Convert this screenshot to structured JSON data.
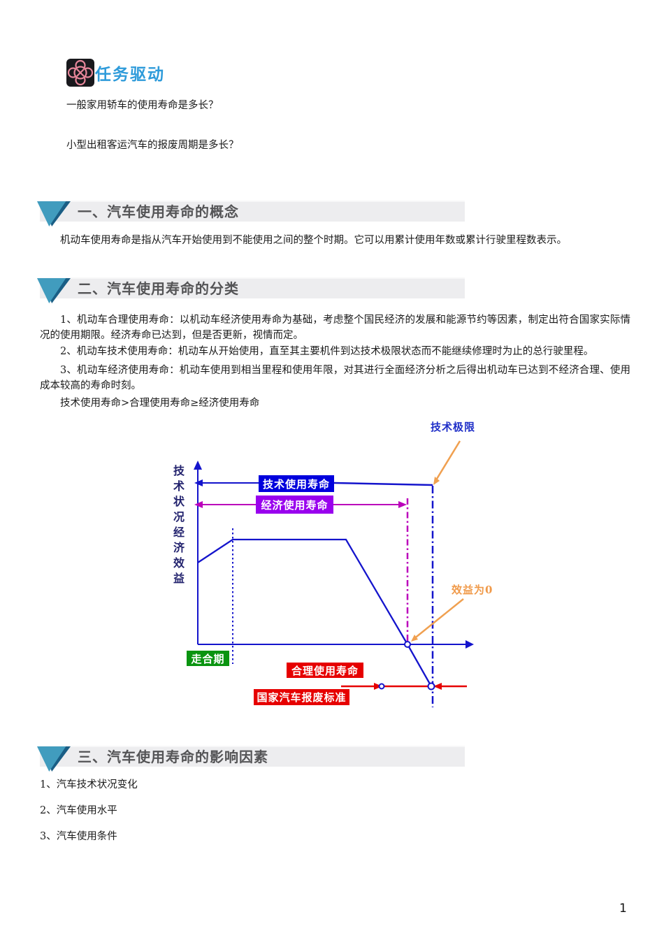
{
  "page": {
    "number": "1"
  },
  "header": {
    "title": "任务驱动"
  },
  "questions": [
    "一般家用轿车的使用寿命是多长？",
    "小型出租客运汽车的报废周期是多长？"
  ],
  "sections": [
    {
      "heading": "一、汽车使用寿命的概念",
      "paragraphs": [
        "机动车使用寿命是指从汽车开始使用到不能使用之间的整个时期。它可以用累计使用年数或累计行驶里程数表示。"
      ]
    },
    {
      "heading": "二、汽车使用寿命的分类",
      "paragraphs": [
        "1、机动车合理使用寿命：以机动车经济使用寿命为基础，考虑整个国民经济的发展和能源节约等因素，制定出符合国家实际情况的使用期限。经济寿命已达到，但是否更新，视情而定。",
        "2、机动车技术使用寿命：机动车从开始使用，直至其主要机件到达技术极限状态而不能继续修理时为止的总行驶里程。",
        "3、机动车经济使用寿命：机动车使用到相当里程和使用年限，对其进行全面经济分析之后得出机动车已达到不经济合理、使用成本较高的寿命时刻。",
        "技术使用寿命>合理使用寿命≥经济使用寿命"
      ]
    },
    {
      "heading": "三、汽车使用寿命的影响因素",
      "items": [
        "1、汽车技术状况变化",
        "2、汽车使用水平",
        "3、汽车使用条件"
      ]
    }
  ],
  "diagram": {
    "y_axis_label_top": "技术状况",
    "y_axis_label_bottom": "经济效益",
    "labels": {
      "technical_limit": "技术极限",
      "technical_life": "技术使用寿命",
      "economic_life": "经济使用寿命",
      "zero_benefit": "效益为0",
      "break_in": "走合期",
      "reasonable_life": "合理使用寿命",
      "national_standard": "国家汽车报废标准"
    },
    "colors": {
      "axis_blue": "#1414CC",
      "tech_box_blue": "#0000DD",
      "econ_box_purple": "#9900EE",
      "magenta_line": "#BB00BB",
      "red": "#E60000",
      "green": "#0A9410",
      "orange": "#F0A050",
      "title_blue": "#2E9BDA"
    }
  }
}
